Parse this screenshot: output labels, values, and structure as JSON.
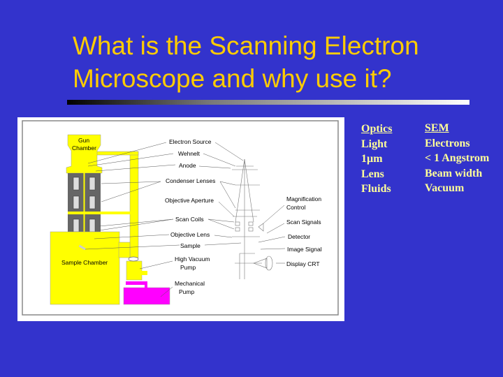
{
  "title": {
    "line1": "What is the Scanning Electron",
    "line2": "Microscope and why use it?"
  },
  "diagram": {
    "labels": {
      "gun_chamber_1": "Gun",
      "gun_chamber_2": "Chamber",
      "electron_source": "Electron Source",
      "wehnelt": "Wehnelt",
      "anode": "Anode",
      "condenser_lenses": "Condenser Lenses",
      "objective_aperture": "Objective Aperture",
      "scan_coils": "Scan Coils",
      "objective_lens": "Objective Lens",
      "sample": "Sample",
      "sample_chamber": "Sample Chamber",
      "high_vacuum_pump_1": "High Vacuum",
      "high_vacuum_pump_2": "Pump",
      "mechanical_pump_1": "Mechanical",
      "mechanical_pump_2": "Pump",
      "magnification_control_1": "Magnification",
      "magnification_control_2": "Control",
      "scan_signals": "Scan Signals",
      "detector": "Detector",
      "image_signal": "Image Signal",
      "display_crt": "Display CRT"
    }
  },
  "comparison": {
    "optics": {
      "header": "Optics",
      "items": [
        "Light",
        "1µm",
        "Lens",
        "Fluids"
      ]
    },
    "sem": {
      "header": "SEM",
      "items": [
        "Electrons",
        "< 1 Angstrom",
        "Beam width",
        "Vacuum"
      ]
    }
  }
}
